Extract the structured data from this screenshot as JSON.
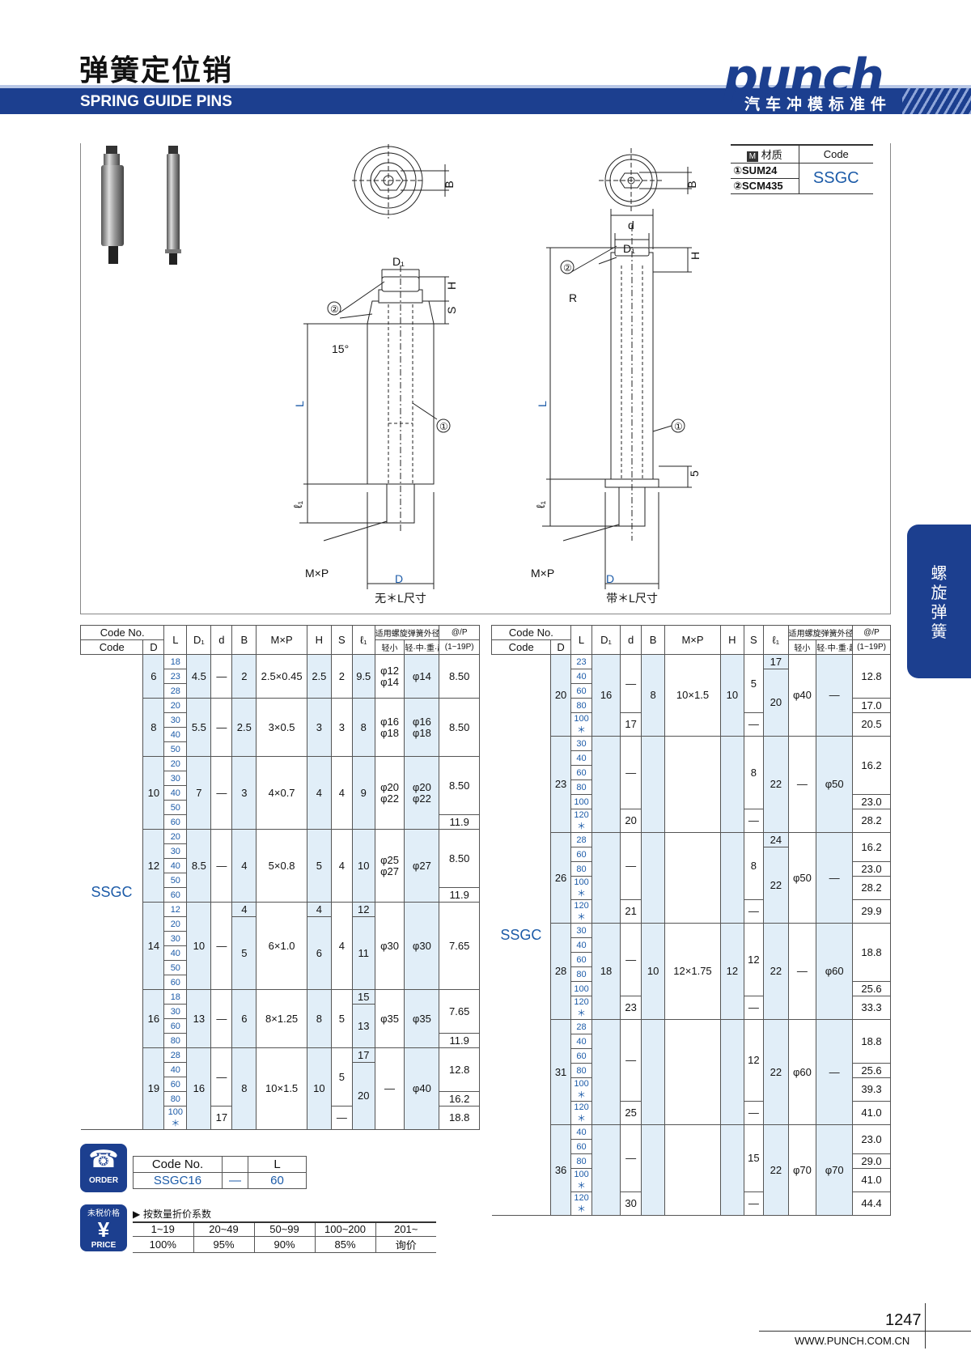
{
  "header": {
    "title_cn": "弹簧定位销",
    "title_en": "SPRING GUIDE PINS",
    "logo": "punch",
    "logo_sub": "汽车冲模标准件"
  },
  "material": {
    "col_material": "材质",
    "col_material_icon": "M",
    "col_code": "Code",
    "items": [
      "①SUM24",
      "②SCM435"
    ],
    "code": "SSGC"
  },
  "drawing": {
    "left_caption": "无＊L尺寸",
    "right_caption": "带＊L尺寸",
    "labels": {
      "D1": "D₁",
      "d": "d",
      "B": "B",
      "H": "H",
      "S": "S",
      "L": "L",
      "l1": "ℓ₁",
      "MxP": "M×P",
      "D": "D",
      "R": "R",
      "angle": "15°",
      "five": "5",
      "p1": "①",
      "p2": "②"
    }
  },
  "table_headers": {
    "code_no": "Code No.",
    "code": "Code",
    "D": "D",
    "L": "L",
    "D1": "D₁",
    "d": "d",
    "B": "B",
    "MxP": "M×P",
    "H": "H",
    "S": "S",
    "l1": "ℓ₁",
    "spring_od": "适用螺旋弹簧外径",
    "light": "轻小",
    "med": "轻·中·重·超重",
    "pitch": "@/P",
    "pitch_range": "(1~19P)"
  },
  "table_left": {
    "series": "SSGC",
    "groups": [
      {
        "D": "6",
        "L": [
          "18",
          "23",
          "28"
        ],
        "D1": "4.5",
        "d": "—",
        "B": "2",
        "MxP": "2.5×0.45",
        "H": "2.5",
        "S": "2",
        "l1": "9.5",
        "light": "φ12\nφ14",
        "med": "φ14",
        "pitch": "8.50"
      },
      {
        "D": "8",
        "L": [
          "20",
          "30",
          "40",
          "50"
        ],
        "D1": "5.5",
        "d": "—",
        "B": "2.5",
        "MxP": "3×0.5",
        "H": "3",
        "S": "3",
        "l1": "8",
        "light": "φ16\nφ18",
        "med": "φ16\nφ18",
        "pitch": "8.50"
      },
      {
        "D": "10",
        "L": [
          "20",
          "30",
          "40",
          "50",
          "60"
        ],
        "D1": "7",
        "d": "—",
        "B": "3",
        "MxP": "4×0.7",
        "H": "4",
        "S": "4",
        "l1": "9",
        "light": "φ20\nφ22",
        "med": "φ20\nφ22",
        "pitch": "8.50",
        "pitch2": "11.9"
      },
      {
        "D": "12",
        "L": [
          "20",
          "30",
          "40",
          "50",
          "60"
        ],
        "D1": "8.5",
        "d": "—",
        "B": "4",
        "MxP": "5×0.8",
        "H": "5",
        "S": "4",
        "l1": "10",
        "light": "φ25\nφ27",
        "med": "φ27",
        "pitch": "8.50",
        "pitch2": "11.9"
      },
      {
        "D": "14",
        "L": [
          "12",
          "20",
          "30",
          "40",
          "50",
          "60"
        ],
        "D1": "10",
        "d": "—",
        "B": "4",
        "B2": "5",
        "MxP": "6×1.0",
        "H": "4",
        "H2": "6",
        "S": "4",
        "l1": "12",
        "l1b": "11",
        "light": "φ30",
        "med": "φ30",
        "pitch": "7.65"
      },
      {
        "D": "16",
        "L": [
          "18",
          "30",
          "60",
          "80"
        ],
        "D1": "13",
        "d": "—",
        "B": "6",
        "MxP": "8×1.25",
        "H": "8",
        "S": "5",
        "l1": "15",
        "l1b": "13",
        "light": "φ35",
        "med": "φ35",
        "pitch": "7.65",
        "pitch2": "11.9"
      },
      {
        "D": "19",
        "L": [
          "28",
          "40",
          "60",
          "80",
          "100＊"
        ],
        "D1": "16",
        "d": "—",
        "d2": "17",
        "B": "8",
        "MxP": "10×1.5",
        "H": "10",
        "S": "5",
        "S2": "—",
        "l1": "17",
        "l1b": "20",
        "light": "—",
        "med": "φ40",
        "pitch": "12.8",
        "pitch2": "16.2",
        "pitch3": "18.8"
      }
    ]
  },
  "table_right": {
    "series": "SSGC",
    "groups": [
      {
        "D": "20",
        "L": [
          "23",
          "40",
          "60",
          "80",
          "100＊"
        ],
        "D1": "16",
        "d": "—",
        "d2": "17",
        "B": "8",
        "MxP": "10×1.5",
        "H": "10",
        "S": "5",
        "S2": "—",
        "l1": "17",
        "l1b": "20",
        "light": "φ40",
        "med": "—",
        "pitch": "12.8",
        "pitch2": "17.0",
        "pitch3": "20.5"
      },
      {
        "D": "23",
        "L": [
          "30",
          "40",
          "60",
          "80",
          "100",
          "120＊"
        ],
        "d": "—",
        "d2": "20",
        "S": "8",
        "S2": "—",
        "l1": "22",
        "light": "—",
        "med": "φ50",
        "pitch": "16.2",
        "pitch2": "23.0",
        "pitch3": "28.2"
      },
      {
        "D": "26",
        "L": [
          "28",
          "60",
          "80",
          "100＊",
          "120＊"
        ],
        "d": "—",
        "d2": "21",
        "S": "8",
        "S2": "—",
        "l1": "24",
        "l1b": "22",
        "light": "φ50",
        "med": "—",
        "pitch": "16.2",
        "pitch2": "23.0",
        "pitch3": "28.2",
        "pitch4": "29.9"
      },
      {
        "D": "28",
        "L": [
          "30",
          "40",
          "60",
          "80",
          "100",
          "120＊"
        ],
        "D1": "18",
        "d": "—",
        "d2": "23",
        "B": "10",
        "MxP": "12×1.75",
        "H": "12",
        "S": "12",
        "S2": "—",
        "l1": "22",
        "light": "—",
        "med": "φ60",
        "pitch": "18.8",
        "pitch2": "25.6",
        "pitch3": "33.3"
      },
      {
        "D": "31",
        "L": [
          "28",
          "40",
          "60",
          "80",
          "100＊",
          "120＊"
        ],
        "d": "—",
        "d2": "25",
        "S": "12",
        "S2": "—",
        "l1": "22",
        "light": "φ60",
        "med": "—",
        "pitch": "18.8",
        "pitch2": "25.6",
        "pitch3": "39.3",
        "pitch4": "41.0"
      },
      {
        "D": "36",
        "L": [
          "40",
          "60",
          "80",
          "100＊",
          "120＊"
        ],
        "d": "—",
        "d2": "30",
        "S": "15",
        "S2": "—",
        "l1": "22",
        "light": "φ70",
        "med": "φ70",
        "pitch": "23.0",
        "pitch2": "29.0",
        "pitch3": "41.0",
        "pitch4": "44.4"
      }
    ]
  },
  "side_tab": [
    "螺",
    "旋",
    "弹",
    "簧"
  ],
  "order": {
    "icon_label": "ORDER",
    "col_code": "Code No.",
    "col_l": "L",
    "example_code": "SSGC16",
    "dash": "—",
    "example_l": "60"
  },
  "price": {
    "icon_top": "未税价格",
    "icon_symbol": "¥",
    "icon_label": "PRICE",
    "title": "▶ 按数量折价系数",
    "qty": [
      "1~19",
      "20~49",
      "50~99",
      "100~200",
      "201~"
    ],
    "rate": [
      "100%",
      "95%",
      "90%",
      "85%",
      "询价"
    ]
  },
  "footer": {
    "page": "1247",
    "url": "WWW.PUNCH.COM.CN"
  }
}
